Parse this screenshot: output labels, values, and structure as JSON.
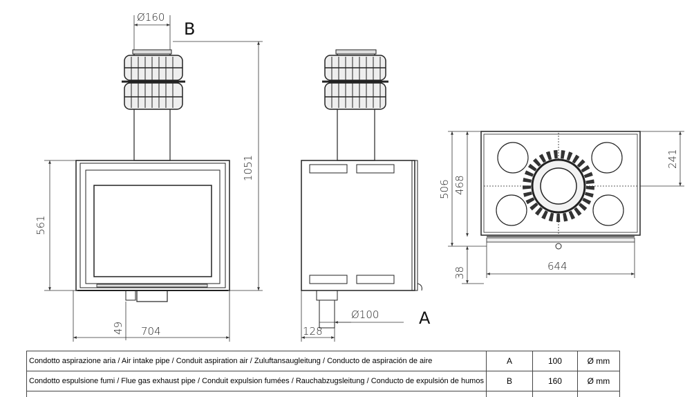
{
  "labels": {
    "flue_letter": "B",
    "intake_letter": "A"
  },
  "dimensions": {
    "pipe_top_diameter": "Ø160",
    "total_height": "1051",
    "body_height": "561",
    "bottom_offset": "49",
    "front_width": "704",
    "side_offset": "128",
    "intake_diameter": "Ø100",
    "top_depth": "506",
    "top_inner_depth": "468",
    "top_center_depth": "241",
    "top_width": "644",
    "base_height": "38"
  },
  "table": {
    "rows": [
      {
        "description": "Condotto aspirazione aria / Air intake pipe / Conduit aspiration air / Zuluftansaugleitung / Conducto de aspiración de aire",
        "code": "A",
        "value": "100",
        "unit": "Ø mm"
      },
      {
        "description": "Condotto espulsione fumi / Flue gas exhaust pipe / Conduit expulsion fumées / Rauchabzugsleitung / Conducto de expulsión de humos",
        "code": "B",
        "value": "160",
        "unit": "Ø mm"
      }
    ]
  }
}
